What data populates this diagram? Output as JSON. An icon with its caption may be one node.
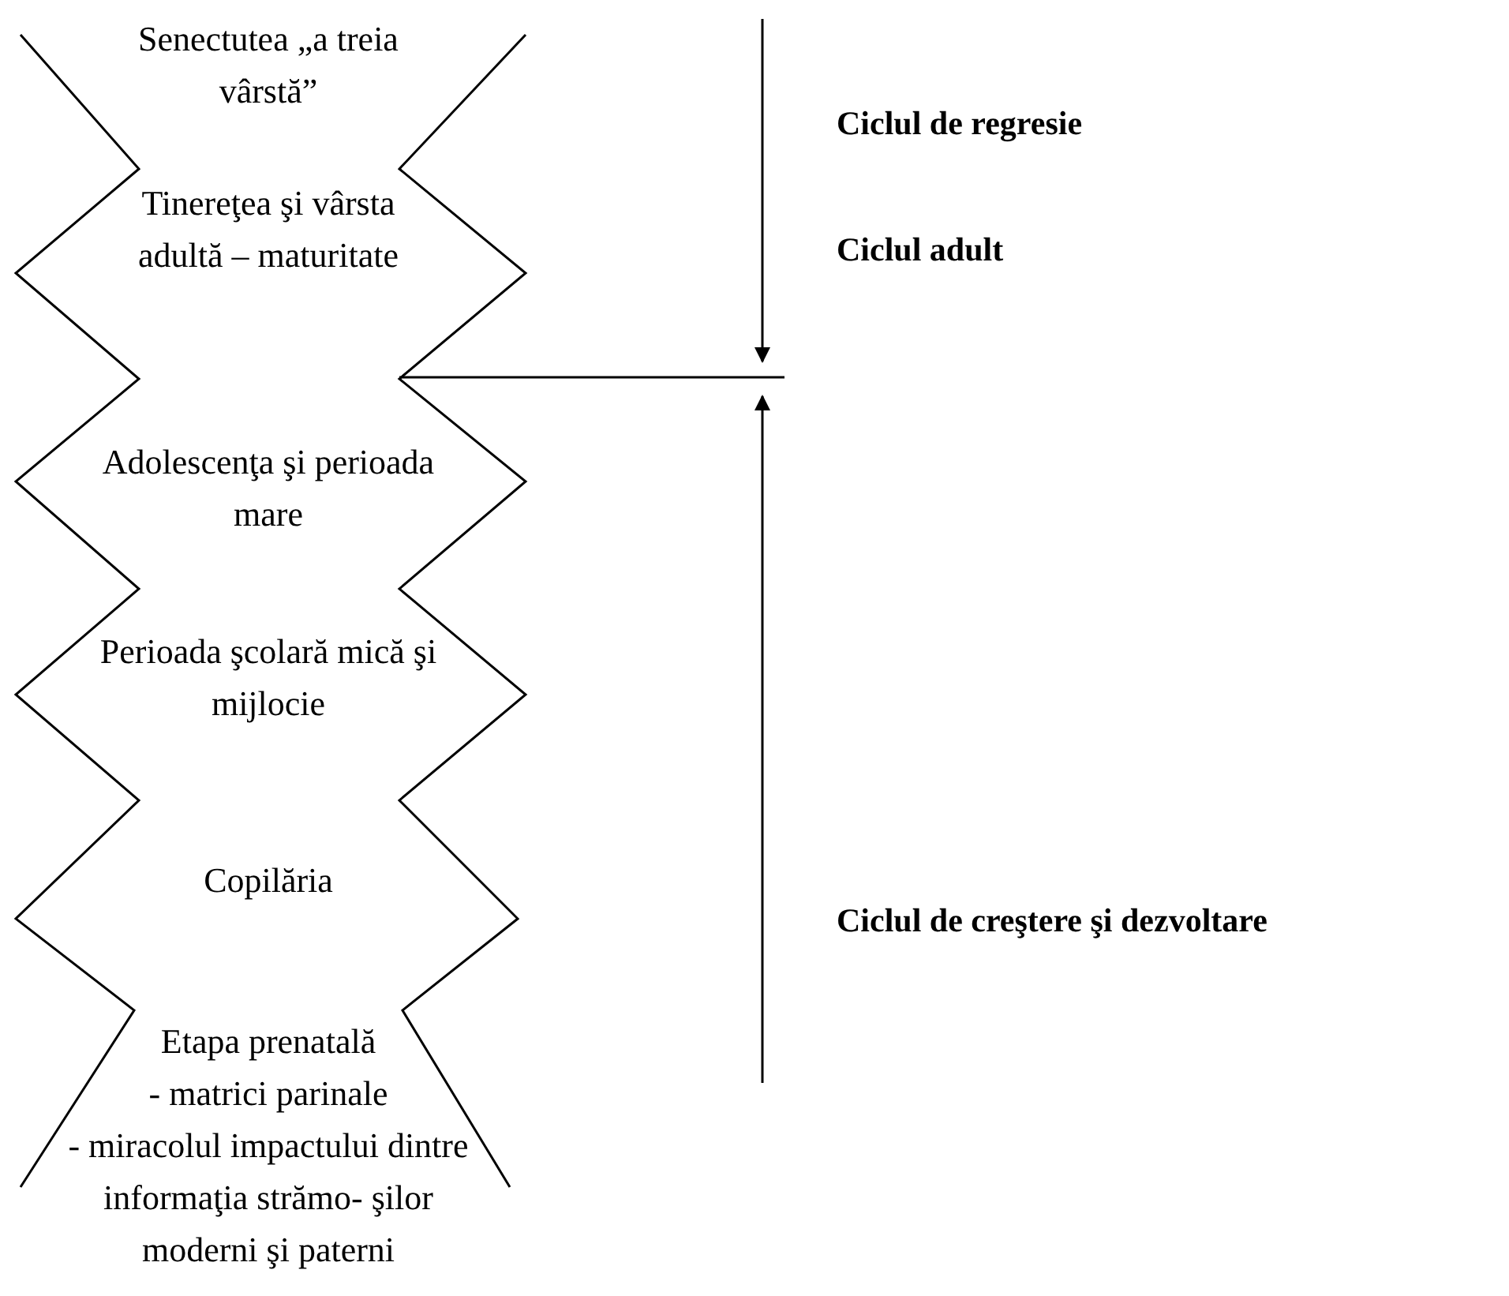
{
  "diagram": {
    "labels": [
      "Senectutea „a treia vârstă”",
      "Tinereţea şi vârsta adultă – maturitate",
      "Adolescenţa şi perioada mare",
      "Perioada şcolară mică şi mijlocie",
      "Copilăria",
      "Etapa prenatală",
      "- matrici parinale",
      "- miracolul impactului dintre informaţia strămo- şilor moderni şi paterni",
      "Ciclul de regresie",
      "Ciclul adult",
      "Ciclul de creştere şi dezvoltare"
    ]
  }
}
